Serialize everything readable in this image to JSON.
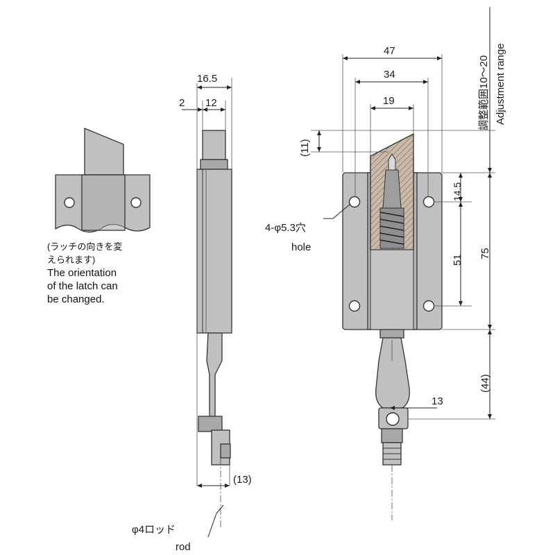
{
  "dimensions": {
    "top_width_16_5": "16.5",
    "offset_2": "2",
    "width_12": "12",
    "width_47": "47",
    "width_34": "34",
    "width_19": "19",
    "tip_11": "(11)",
    "pitch_14_5": "14.5",
    "pitch_51": "51",
    "height_75": "75",
    "handle_44": "(44)",
    "handle_13": "13",
    "rod_13": "(13)",
    "adjustment_range_jp": "調整範囲10～20",
    "adjustment_range_en": "Adjustment range"
  },
  "labels": {
    "hole_spec": "4-φ5.3穴",
    "hole_en": "hole",
    "rod_spec": "φ4ロッド",
    "rod_en": "rod"
  },
  "note": {
    "jp_line1": "(ラッチの向きを変",
    "jp_line2": "えられます)",
    "en_line1": "The orientation",
    "en_line2": "of the latch can",
    "en_line3": "be changed."
  }
}
